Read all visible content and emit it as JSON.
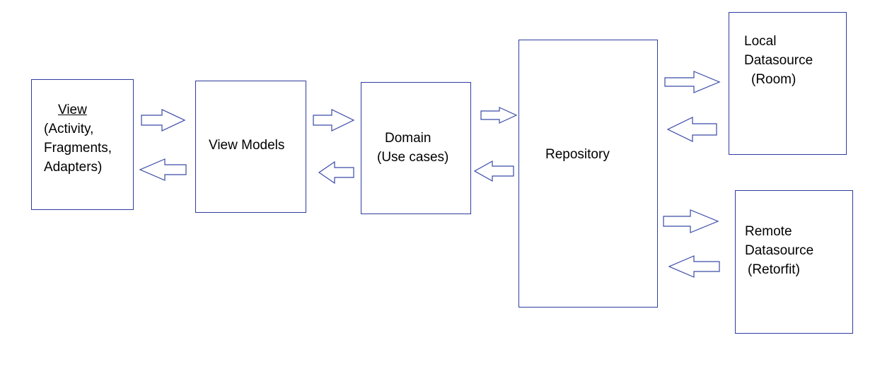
{
  "view": {
    "title": "View",
    "lines": [
      "(Activity,",
      "Fragments,",
      "Adapters)"
    ]
  },
  "view_models": {
    "title": "View Models"
  },
  "domain": {
    "title": "Domain",
    "subtitle": "(Use cases)"
  },
  "repository": {
    "title": "Repository"
  },
  "local_datasource": {
    "line1": "Local",
    "line2": "Datasource",
    "line3": "(Room)"
  },
  "remote_datasource": {
    "line1": "Remote",
    "line2": "Datasource",
    "line3": "(Retorfit)"
  },
  "colors": {
    "border": "#2e3c9e",
    "arrow_stroke": "#3a4aa8",
    "background": "#ffffff"
  }
}
